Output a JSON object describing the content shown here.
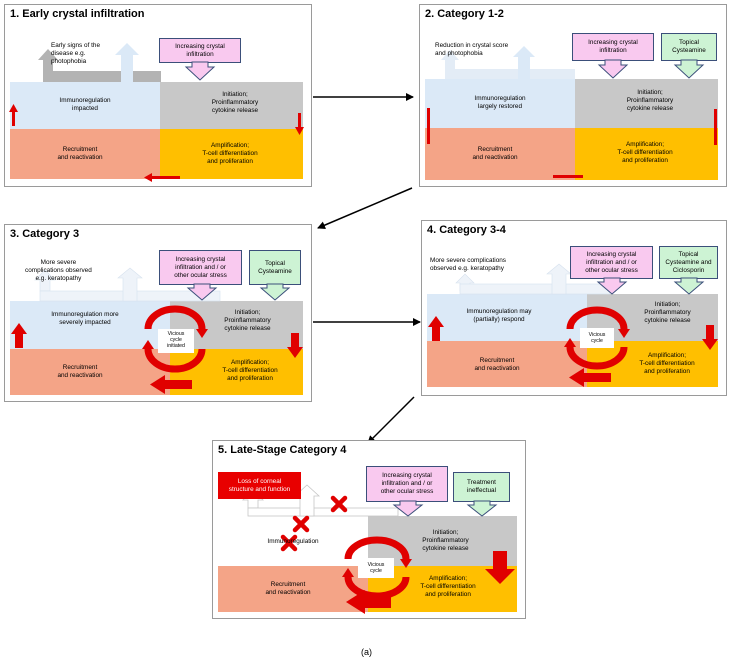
{
  "panels": [
    {
      "title": "1. Early crystal infiltration",
      "observation": "Early signs of the\ndisease e.g.\nphotophobia",
      "stress_box": "Increasing crystal\ninfiltration",
      "treatment_box": "",
      "immuno": "Immunoregulation\nimpacted",
      "initiation": "Initiation;\nProinflammatory\ncytokine release",
      "recruitment": "Recruitment\nand reactivation",
      "amplification": "Amplification;\nT-cell differentiation\nand proliferation",
      "cycle": ""
    },
    {
      "title": "2. Category 1-2",
      "observation": "Reduction in crystal score\nand photophobia",
      "stress_box": "Increasing crystal\ninfiltration",
      "treatment_box": "Topical\nCysteamine",
      "immuno": "Immunoregulation\nlargely restored",
      "initiation": "Initiation;\nProinflammatory\ncytokine release",
      "recruitment": "Recruitment\nand reactivation",
      "amplification": "Amplification;\nT-cell differentiation\nand proliferation",
      "cycle": ""
    },
    {
      "title": "3. Category 3",
      "observation": "More severe\ncomplications observed\ne.g. keratopathy",
      "stress_box": "Increasing crystal\ninfiltration and / or\nother ocular stress",
      "treatment_box": "Topical\nCysteamine",
      "immuno": "Immunoregulation more\nseverely impacted",
      "initiation": "Initiation;\nProinflammatory\ncytokine release",
      "recruitment": "Recruitment\nand reactivation",
      "amplification": "Amplification;\nT-cell differentiation\nand proliferation",
      "cycle": "Vicious\ncycle\ninitiated"
    },
    {
      "title": "4. Category 3-4",
      "observation": "More severe complications\nobserved e.g. keratopathy",
      "stress_box": "Increasing crystal\ninfiltration and / or\nother ocular stress",
      "treatment_box": "Topical\nCysteamine and\nCiclosporin",
      "immuno": "Immunoregulation may\n(partially) respond",
      "initiation": "Initiation;\nProinflammatory\ncytokine release",
      "recruitment": "Recruitment\nand reactivation",
      "amplification": "Amplification;\nT-cell differentiation\nand proliferation",
      "cycle": "Vicious\ncycle"
    },
    {
      "title": "5. Late-Stage Category 4",
      "observation": "Loss of corneal\nstructure and function",
      "stress_box": "Increasing crystal\ninfiltration and / or\nother ocular stress",
      "treatment_box": "Treatment\nineffectual",
      "immuno": "Immunoregulation",
      "initiation": "Initiation;\nProinflammatory\ncytokine release",
      "recruitment": "Recruitment\nand reactivation",
      "amplification": "Amplification;\nT-cell differentiation\nand proliferation",
      "cycle": "Vicious\ncycle"
    }
  ],
  "caption": "(a)",
  "colors": {
    "immunoregulation": "#dbe9f7",
    "initiation": "#c8c8c8",
    "recruitment": "#f4a487",
    "amplification": "#ffbf00",
    "stress_box": "#f9c9ef",
    "treatment_box": "#cdf3d4",
    "arrow_red": "#e00000"
  }
}
